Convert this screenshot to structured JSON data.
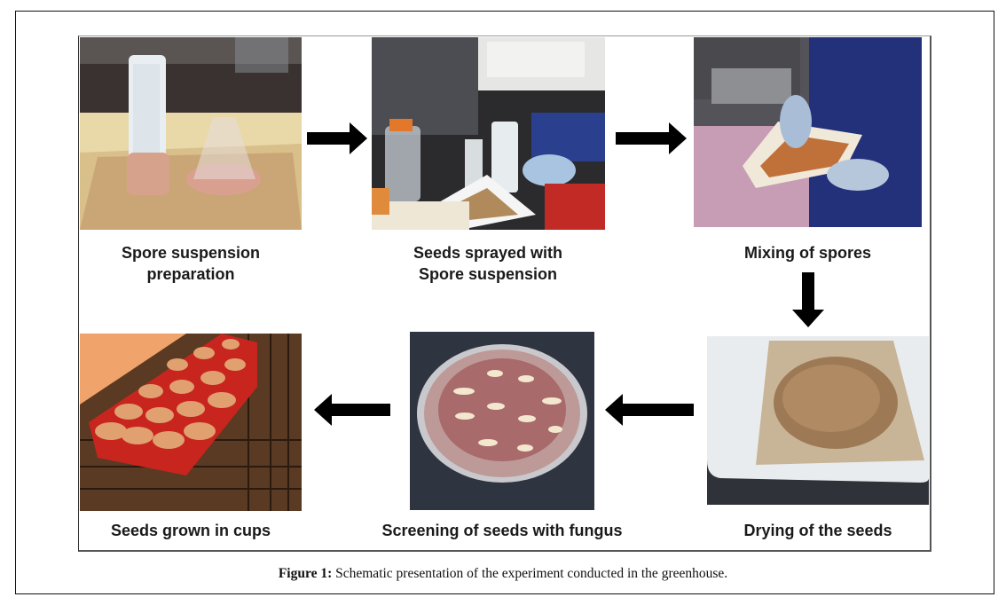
{
  "figure": {
    "steps": [
      {
        "id": "spore-suspension",
        "label_lines": [
          "Spore suspension",
          "preparation"
        ],
        "photo": "spore-suspension-photo"
      },
      {
        "id": "seeds-sprayed",
        "label_lines": [
          "Seeds sprayed with",
          "Spore suspension"
        ],
        "photo": "seeds-sprayed-photo"
      },
      {
        "id": "mixing-spores",
        "label_lines": [
          "Mixing of spores"
        ],
        "photo": "mixing-spores-photo"
      },
      {
        "id": "drying-seeds",
        "label_lines": [
          "Drying of the seeds"
        ],
        "photo": "drying-seeds-photo"
      },
      {
        "id": "screening",
        "label_lines": [
          "Screening of seeds with fungus"
        ],
        "photo": "petri-dish-photo"
      },
      {
        "id": "seeds-grown",
        "label_lines": [
          "Seeds grown in cups"
        ],
        "photo": "seed-cups-photo"
      }
    ],
    "flow": [
      "right",
      "right",
      "down",
      "left",
      "left"
    ]
  },
  "caption": {
    "prefix": "Figure 1:",
    "text": " Schematic presentation of the experiment conducted in the greenhouse."
  }
}
